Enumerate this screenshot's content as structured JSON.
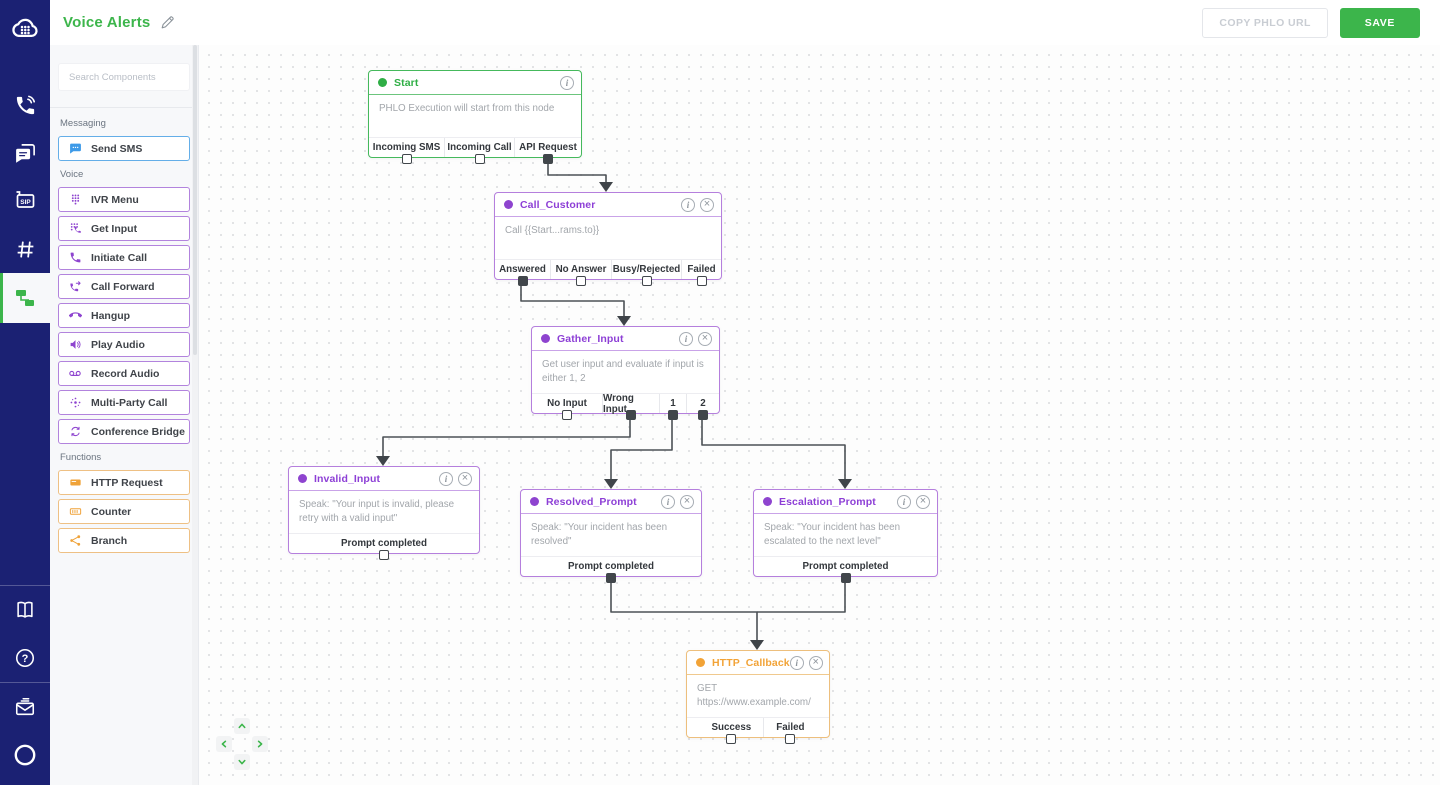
{
  "topbar": {
    "title": "Voice Alerts",
    "copy_button": "COPY PHLO URL",
    "save_button": "SAVE"
  },
  "navbar": {
    "items": [
      "plivo-logo",
      "voice",
      "messaging",
      "sip-trunking",
      "numbers",
      "phlo",
      "docs",
      "help",
      "feedback",
      "account"
    ],
    "active_item": "phlo"
  },
  "panel": {
    "search_placeholder": "Search Components",
    "sections": [
      {
        "label": "Messaging",
        "items": [
          {
            "label": "Send SMS",
            "icon": "sms-icon",
            "color": "blue"
          }
        ]
      },
      {
        "label": "Voice",
        "items": [
          {
            "label": "IVR Menu",
            "icon": "dialpad-icon",
            "color": "purple"
          },
          {
            "label": "Get Input",
            "icon": "keypad-phone-icon",
            "color": "purple"
          },
          {
            "label": "Initiate Call",
            "icon": "phone-icon",
            "color": "purple"
          },
          {
            "label": "Call Forward",
            "icon": "phone-forward-icon",
            "color": "purple"
          },
          {
            "label": "Hangup",
            "icon": "phone-hangup-icon",
            "color": "purple"
          },
          {
            "label": "Play Audio",
            "icon": "speaker-icon",
            "color": "purple"
          },
          {
            "label": "Record Audio",
            "icon": "voicemail-icon",
            "color": "purple"
          },
          {
            "label": "Multi-Party Call",
            "icon": "multi-party-icon",
            "color": "purple"
          },
          {
            "label": "Conference Bridge",
            "icon": "conference-icon",
            "color": "purple"
          }
        ]
      },
      {
        "label": "Functions",
        "items": [
          {
            "label": "HTTP Request",
            "icon": "http-card-icon",
            "color": "orange"
          },
          {
            "label": "Counter",
            "icon": "counter-icon",
            "color": "orange"
          },
          {
            "label": "Branch",
            "icon": "branch-icon",
            "color": "orange"
          }
        ]
      }
    ]
  },
  "nodes": [
    {
      "title": "Start",
      "color": "green",
      "has_close": false,
      "body": "PHLO Execution will start from this node",
      "outputs": [
        {
          "label": "Incoming SMS",
          "connected": false
        },
        {
          "label": "Incoming Call",
          "connected": false
        },
        {
          "label": "API Request",
          "connected": true
        }
      ]
    },
    {
      "title": "Call_Customer",
      "color": "purple",
      "has_close": true,
      "body": "Call {{Start...rams.to}}",
      "outputs": [
        {
          "label": "Answered",
          "connected": true
        },
        {
          "label": "No Answer",
          "connected": false
        },
        {
          "label": "Busy/Rejected",
          "connected": false
        },
        {
          "label": "Failed",
          "connected": false
        }
      ]
    },
    {
      "title": "Gather_Input",
      "color": "purple",
      "has_close": true,
      "body": "Get user input and evaluate if input is either 1, 2",
      "outputs": [
        {
          "label": "No Input",
          "connected": false
        },
        {
          "label": "Wrong Input",
          "connected": true
        },
        {
          "label": "1",
          "connected": true
        },
        {
          "label": "2",
          "connected": true
        }
      ]
    },
    {
      "title": "Invalid_Input",
      "color": "purple",
      "has_close": true,
      "body": "Speak: \"Your input is invalid, please retry with a valid input\"",
      "outputs": [
        {
          "label": "Prompt completed",
          "connected": false
        }
      ]
    },
    {
      "title": "Resolved_Prompt",
      "color": "purple",
      "has_close": true,
      "body": "Speak: \"Your incident has been resolved\"",
      "outputs": [
        {
          "label": "Prompt completed",
          "connected": true
        }
      ]
    },
    {
      "title": "Escalation_Prompt",
      "color": "purple",
      "has_close": true,
      "body": "Speak: \"Your incident has been escalated to the next level\"",
      "outputs": [
        {
          "label": "Prompt completed",
          "connected": true
        }
      ]
    },
    {
      "title": "HTTP_Callback",
      "color": "orange",
      "has_close": true,
      "body": "GET https://www.example.com/",
      "outputs": [
        {
          "label": "Success",
          "connected": false
        },
        {
          "label": "Failed",
          "connected": false
        }
      ]
    }
  ],
  "colors": {
    "brand_green": "#3cb54b",
    "navy": "#1b2173",
    "purple": "#8e44cf",
    "orange": "#f2a337",
    "blue": "#3d9ae8",
    "wire": "#4c5156"
  }
}
